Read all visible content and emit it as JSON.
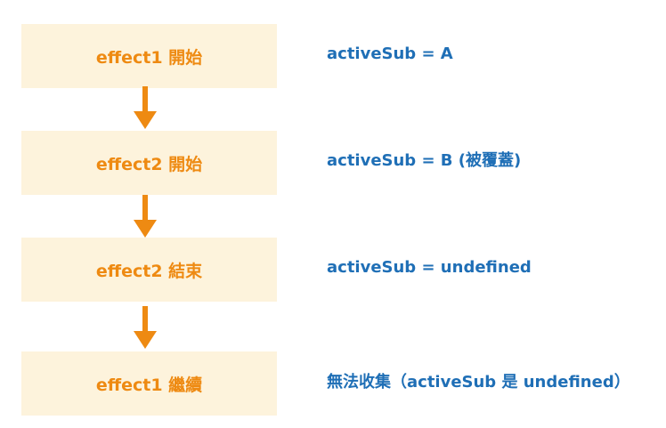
{
  "diagram": {
    "steps": [
      {
        "label": "effect1 開始",
        "note": "activeSub = A"
      },
      {
        "label": "effect2 開始",
        "note": "activeSub = B (被覆蓋)"
      },
      {
        "label": "effect2 結束",
        "note": "activeSub = undefined"
      },
      {
        "label": "effect1 繼續",
        "note": "無法收集（activeSub 是 undefined）"
      }
    ],
    "colors": {
      "box_fill": "#fdf3dc",
      "box_text": "#ee8a12",
      "arrow": "#ee8a12",
      "note_text": "#1f6fb6"
    }
  }
}
